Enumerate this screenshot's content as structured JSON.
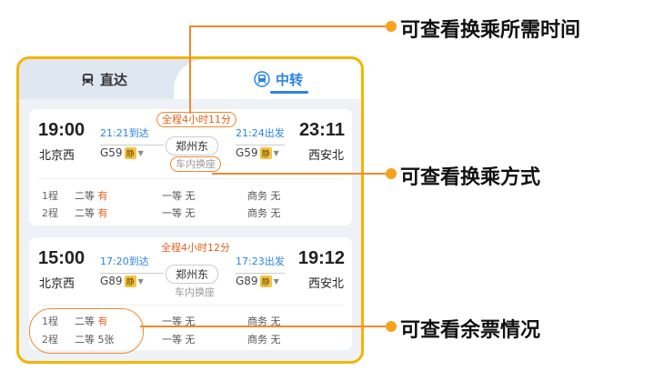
{
  "tabs": {
    "direct_label": "直达",
    "transfer_label": "中转",
    "active": "中转"
  },
  "trains": [
    {
      "dep_time": "19:00",
      "dep_station": "北京西",
      "arr_time": "23:11",
      "arr_station": "西安北",
      "leg1_arrive": "21:21到达",
      "leg2_depart": "21:24出发",
      "duration": "全程4小时11分",
      "transfer_station": "郑州东",
      "transfer_mode": "车内换座",
      "train1": "G59",
      "train2": "G59",
      "quiet_tag": "静",
      "seats": [
        {
          "leg": "1程",
          "second_label": "二等",
          "second_val": "有",
          "first_label": "一等",
          "first_val": "无",
          "business_label": "商务",
          "business_val": "无"
        },
        {
          "leg": "2程",
          "second_label": "二等",
          "second_val": "有",
          "first_label": "一等",
          "first_val": "无",
          "business_label": "商务",
          "business_val": "无"
        }
      ]
    },
    {
      "dep_time": "15:00",
      "dep_station": "北京西",
      "arr_time": "19:12",
      "arr_station": "西安北",
      "leg1_arrive": "17:20到达",
      "leg2_depart": "17:23出发",
      "duration": "全程4小时12分",
      "transfer_station": "郑州东",
      "transfer_mode": "车内换座",
      "train1": "G89",
      "train2": "G89",
      "quiet_tag": "静",
      "seats": [
        {
          "leg": "1程",
          "second_label": "二等",
          "second_val": "有",
          "first_label": "一等",
          "first_val": "无",
          "business_label": "商务",
          "business_val": "无"
        },
        {
          "leg": "2程",
          "second_label": "二等",
          "second_val": "5张",
          "first_label": "一等",
          "first_val": "无",
          "business_label": "商务",
          "business_val": "无"
        }
      ]
    }
  ],
  "callouts": {
    "duration_note": "可查看换乘所需时间",
    "mode_note": "可查看换乘方式",
    "seats_note": "可查看余票情况"
  },
  "colors": {
    "accent_blue": "#2a84e6",
    "highlight_orange": "#f08a2a",
    "frame_yellow": "#f4b400",
    "callout_dot": "#f7a21b"
  },
  "icons": {
    "direct_tab_icon": "train-icon",
    "transfer_tab_icon": "transfer-icon"
  }
}
